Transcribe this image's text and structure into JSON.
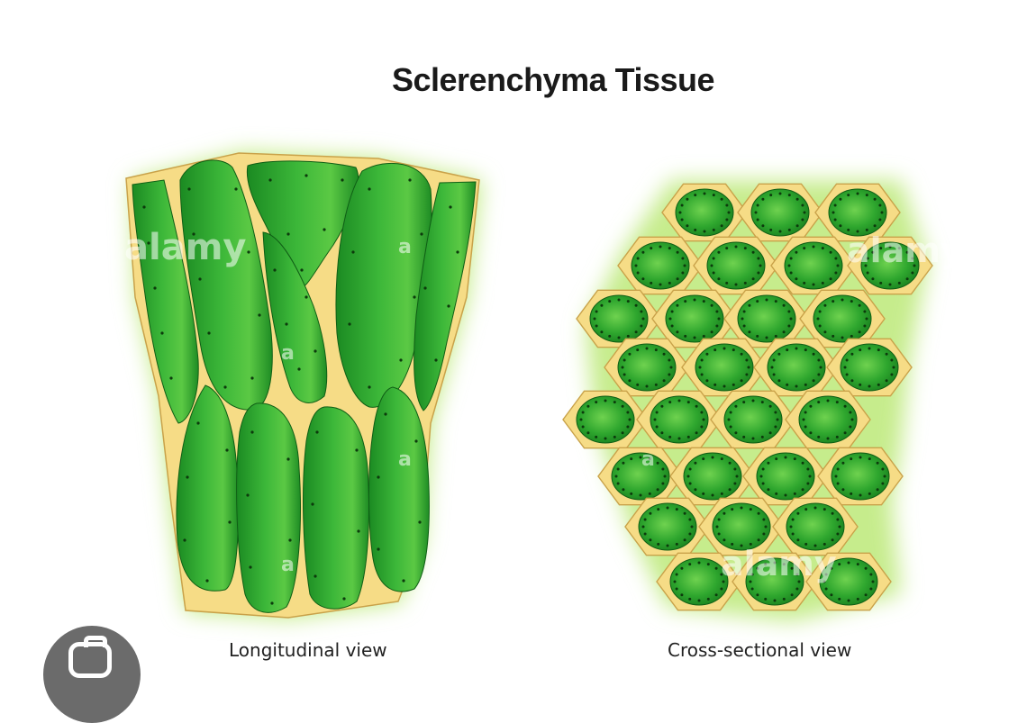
{
  "title": "Sclerenchyma Tissue",
  "captions": {
    "left": "Longitudinal view",
    "right": "Cross-sectional view"
  },
  "watermarks": {
    "brand": "alamy",
    "mark": "a"
  },
  "colors": {
    "cell_wall": "#f6dc86",
    "cell_wall_stroke": "#c9a24a",
    "cell_green": "#2ea62e",
    "cell_dark": "#167a1c",
    "halo": "#c6ec8c",
    "background": "#ffffff",
    "lens_button": "#6b6b6b"
  },
  "icons": {
    "lens": "camera-lens-icon"
  }
}
